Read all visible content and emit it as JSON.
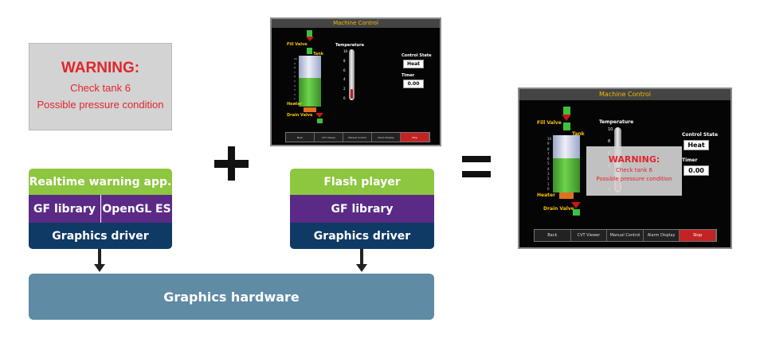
{
  "warning_panel": {
    "title": "WARNING:",
    "line1": "Check tank 6",
    "line2": "Possible pressure condition"
  },
  "left_stack": {
    "app": "Realtime warning app.",
    "lib1": "GF library",
    "lib2": "OpenGL ES",
    "driver": "Graphics driver"
  },
  "right_stack": {
    "app": "Flash player",
    "lib": "GF library",
    "driver": "Graphics driver"
  },
  "hardware": "Graphics hardware",
  "machine_control": {
    "title": "Machine Control",
    "fill_valve": "Fill Valve",
    "tank": "Tank",
    "heater": "Heater",
    "drain_valve": "Drain Valve",
    "temperature": "Temperature",
    "temp_ticks": [
      "10",
      "8",
      "6",
      "4",
      "2",
      "0"
    ],
    "level_ticks": [
      "10",
      "9",
      "8",
      "7",
      "6",
      "5",
      "4",
      "3",
      "2",
      "1",
      "0"
    ],
    "control_state_label": "Control State",
    "control_state_value": "Heat",
    "timer_label": "Timer",
    "timer_value": "0.00",
    "buttons": [
      "Back",
      "CVT Viewer",
      "Manual Control",
      "Alarm Display",
      "Stop"
    ],
    "tank_fill_fraction": 0.6,
    "temperature_fraction": 0.2
  },
  "colors": {
    "warning_text": "#e0252a",
    "app_layer": "#8dc63f",
    "library_layer": "#5b2a86",
    "driver_layer": "#103a66",
    "hardware_layer": "#5f8ba5",
    "screen_title_text": "#f5b800"
  }
}
